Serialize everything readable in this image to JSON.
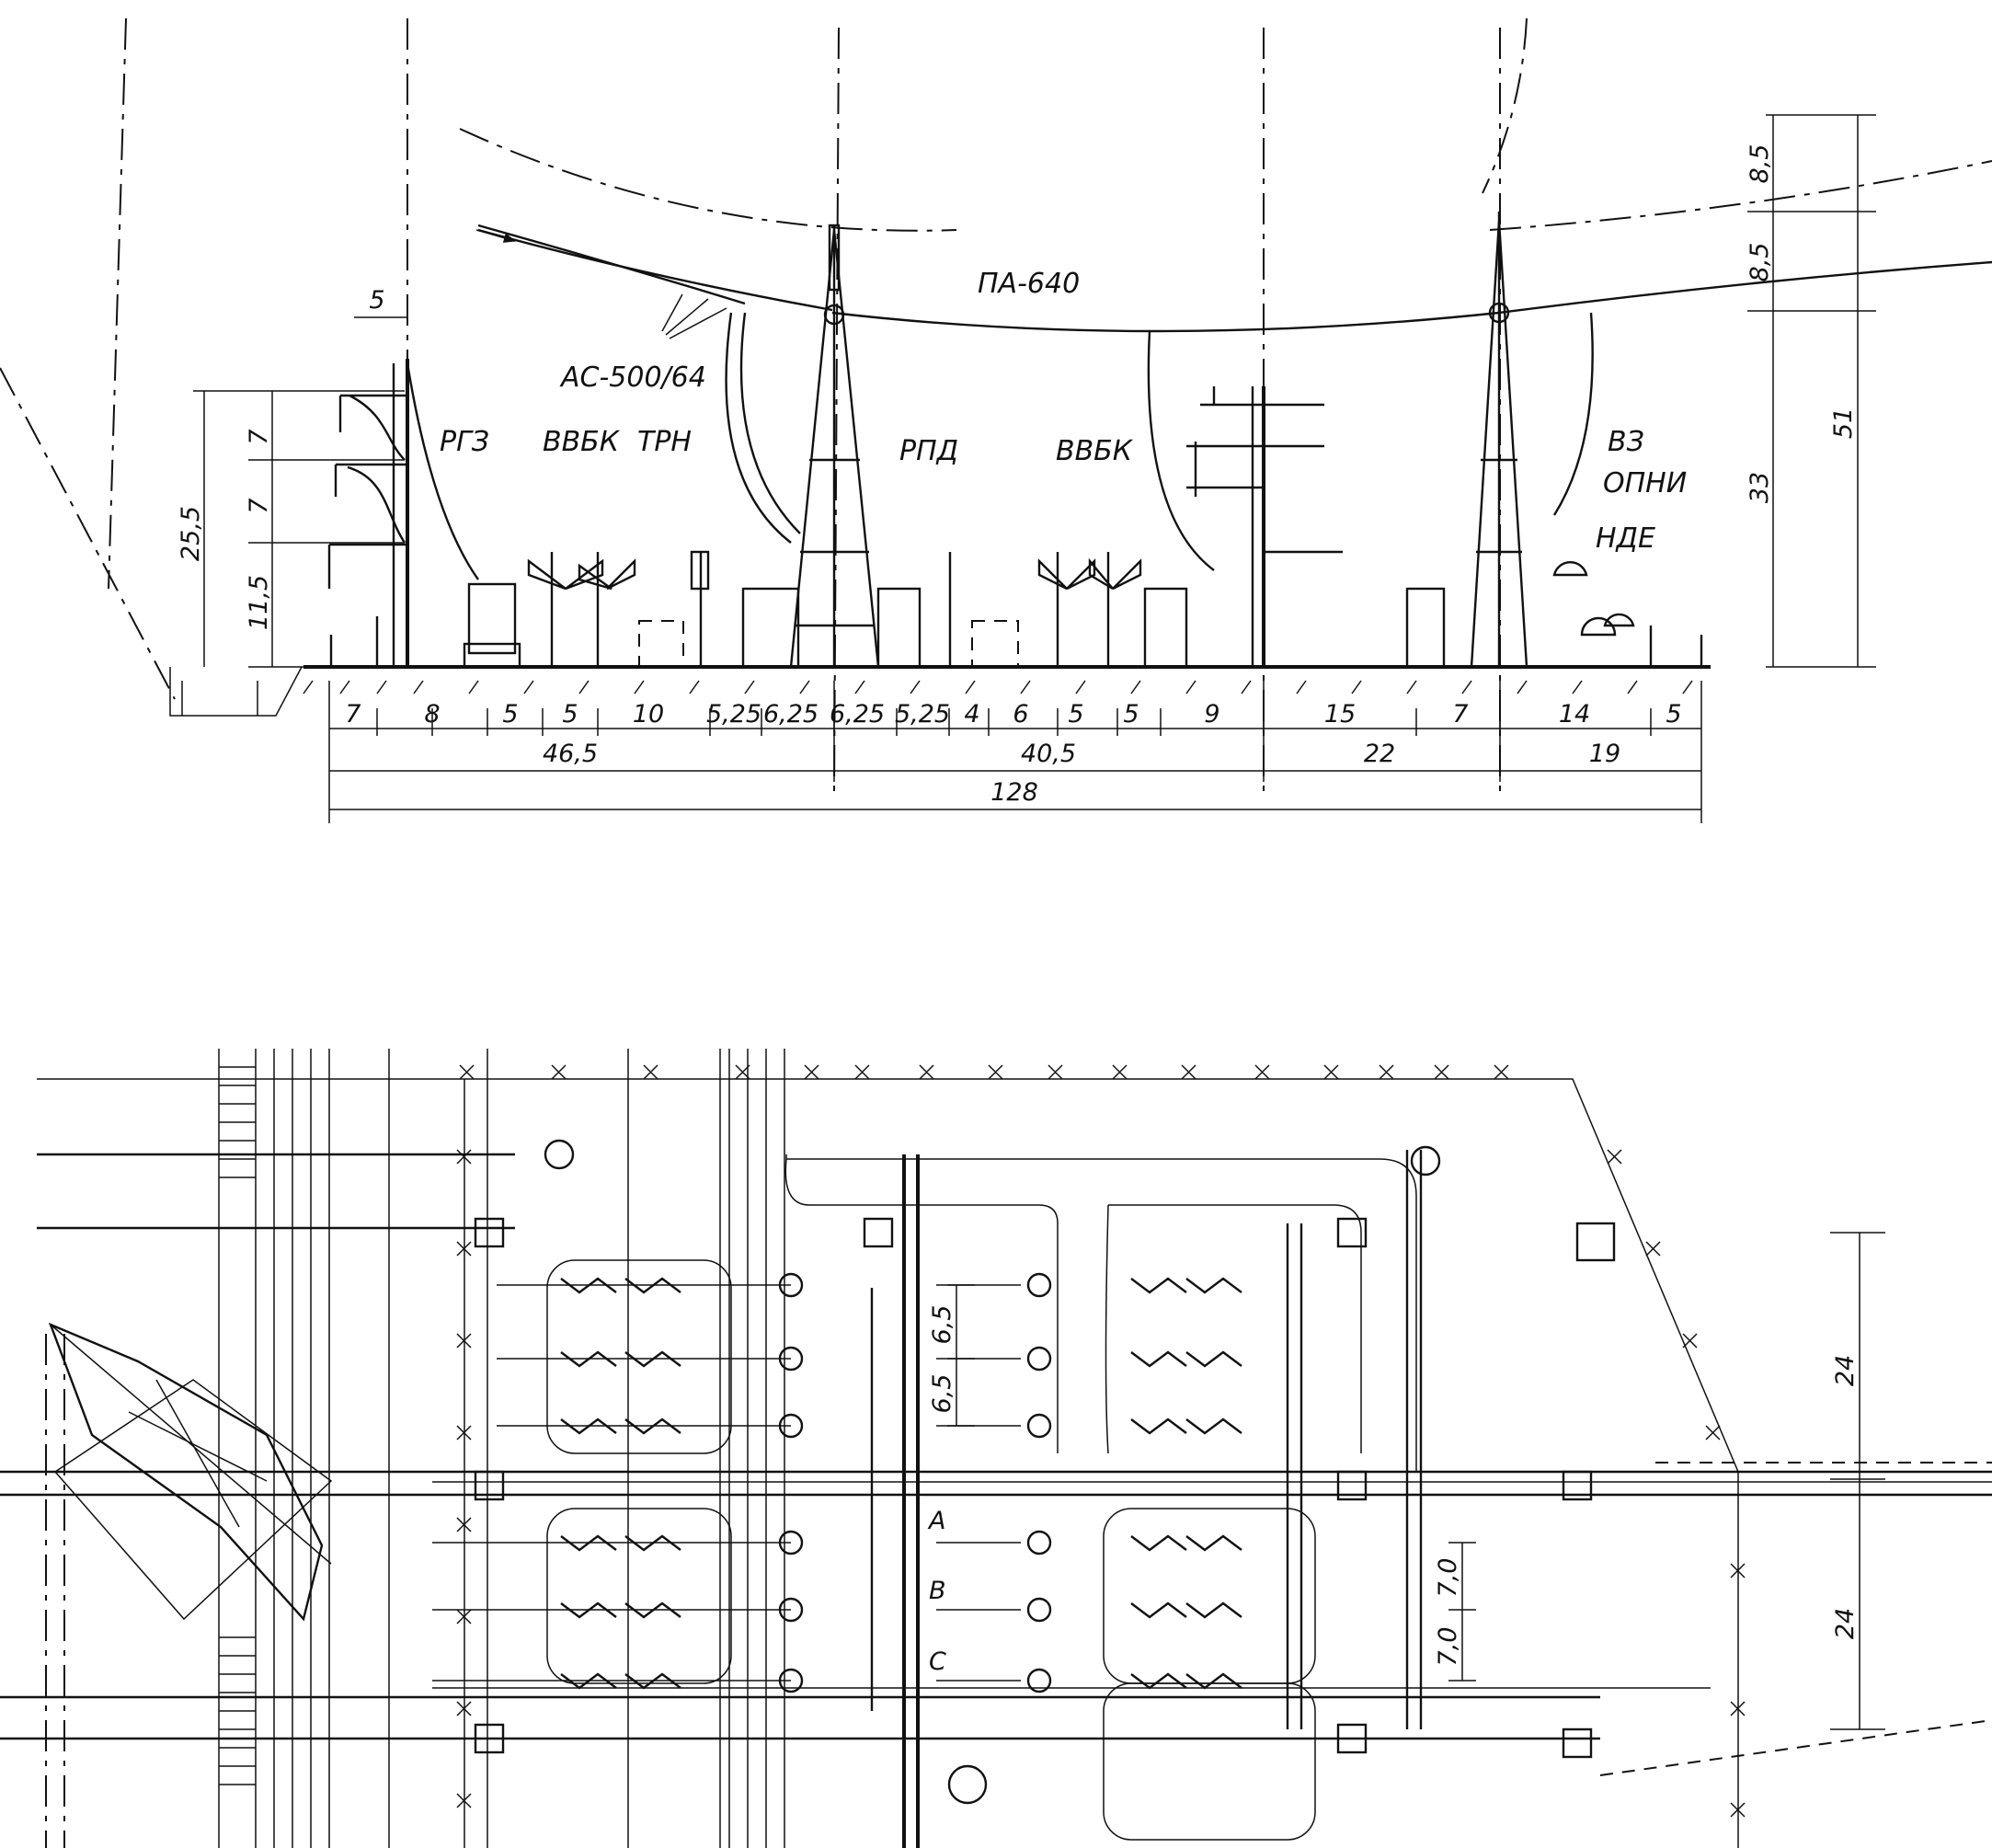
{
  "section_view": {
    "labels": {
      "conductor_main": "ПА-640",
      "conductor_branch": "АС-500/64",
      "rgz": "РГЗ",
      "vvbk_1": "ВВБК",
      "vvbk_2": "ВВБК",
      "trn": "ТРН",
      "rpd": "РПД",
      "vz": "ВЗ",
      "opni": "ОПНИ",
      "nde": "НДЕ"
    },
    "dimensions": {
      "bottom_row": [
        "7",
        "8",
        "5",
        "5",
        "10",
        "5,25",
        "6,25",
        "6,25",
        "5,25",
        "4",
        "6",
        "5",
        "5",
        "9",
        "15",
        "7",
        "14",
        "5"
      ],
      "middle_row": [
        "46,5",
        "40,5",
        "22",
        "19"
      ],
      "total": "128",
      "left_vertical": [
        "5",
        "7",
        "7",
        "11,5",
        "25,5"
      ],
      "right_vertical": [
        "8,5",
        "8,5",
        "33",
        "51"
      ]
    }
  },
  "plan_view": {
    "labels": {
      "phase_a": "A",
      "phase_b": "B",
      "phase_c": "C"
    },
    "dimensions": {
      "pitch_1": "6,5",
      "pitch_2": "6,5",
      "pitch_3": "7,0",
      "pitch_4": "7,0",
      "span_1": "24",
      "span_2": "24"
    }
  }
}
